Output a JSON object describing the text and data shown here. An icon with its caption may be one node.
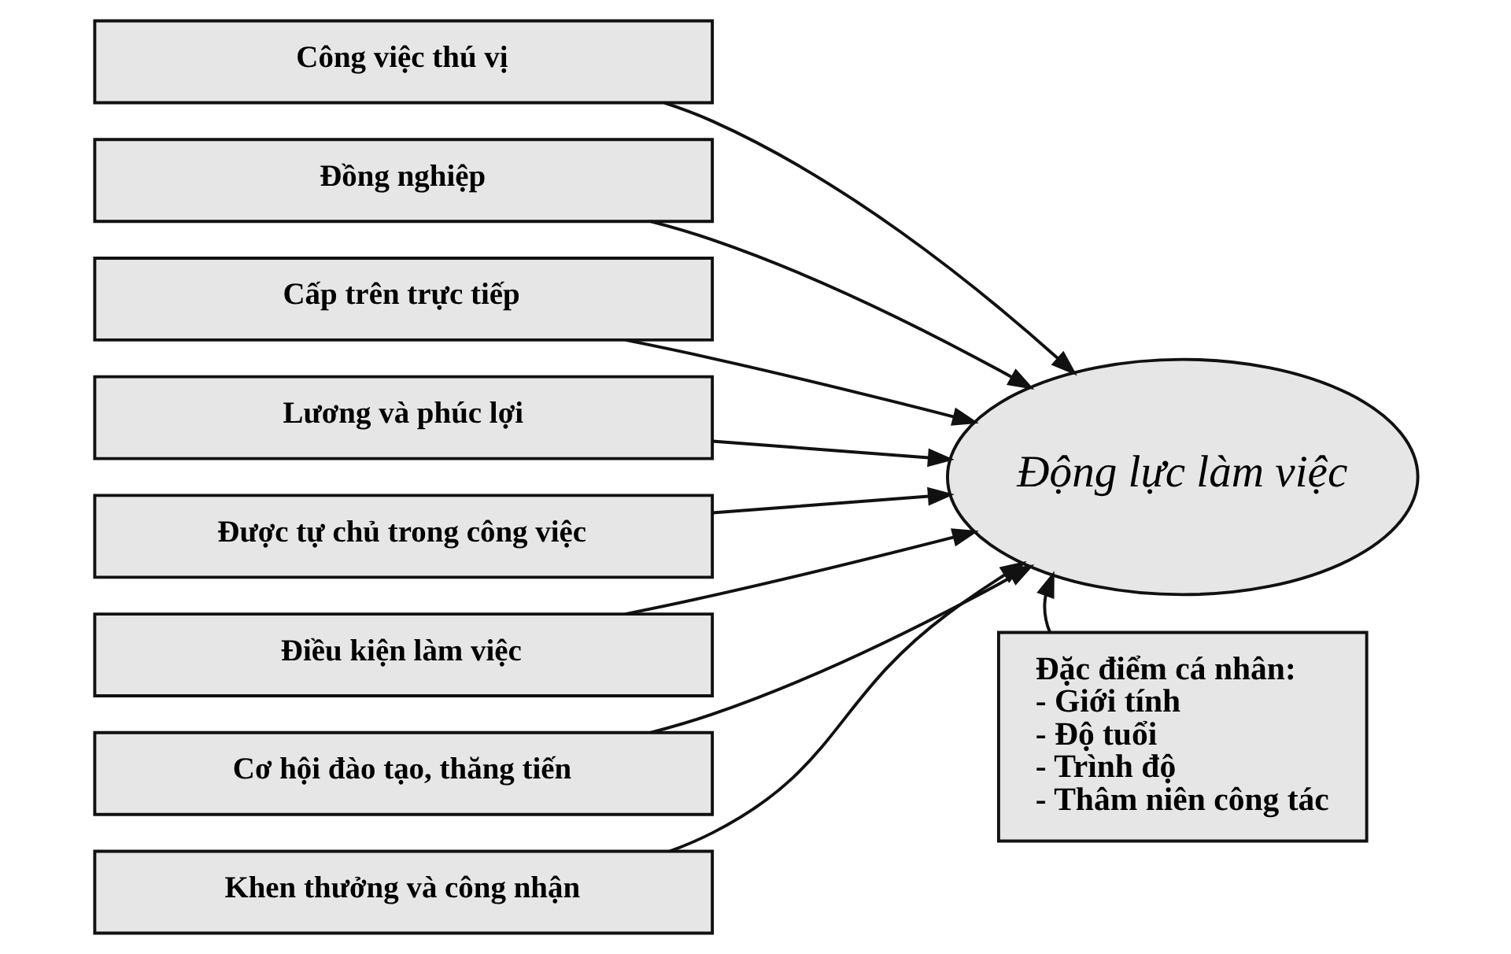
{
  "diagram": {
    "nodes": [
      {
        "text": [
          "Công việc thú vị"
        ]
      },
      {
        "text": [
          "Đồng nghiệp"
        ]
      },
      {
        "text": [
          "Cấp trên trực tiếp"
        ]
      },
      {
        "text": [
          "Lương và phúc lợi"
        ]
      },
      {
        "text": [
          "Được tự chủ trong công việc"
        ]
      },
      {
        "text": [
          "Điều kiện làm việc"
        ]
      },
      {
        "text": [
          "Cơ hội đào tạo, thăng tiến"
        ]
      },
      {
        "text": [
          "Khen thưởng và công nhận"
        ]
      },
      {
        "text": [
          "Động lực làm việc"
        ]
      },
      {
        "text": [
          "Đặc điểm cá nhân:",
          "- Giới tính",
          "- Độ tuổi",
          "- Trình độ",
          "- Thâm niên công tác"
        ]
      }
    ],
    "edges": [
      {
        "from": 0,
        "to": 8,
        "arrow": "to"
      },
      {
        "from": 1,
        "to": 8,
        "arrow": "to"
      },
      {
        "from": 2,
        "to": 8,
        "arrow": "to"
      },
      {
        "from": 3,
        "to": 8,
        "arrow": "to"
      },
      {
        "from": 4,
        "to": 8,
        "arrow": "to"
      },
      {
        "from": 5,
        "to": 8,
        "arrow": "to"
      },
      {
        "from": 6,
        "to": 8,
        "arrow": "to"
      },
      {
        "from": 7,
        "to": 8,
        "arrow": "to"
      },
      {
        "from": 9,
        "to": 8,
        "arrow": "to"
      }
    ]
  }
}
